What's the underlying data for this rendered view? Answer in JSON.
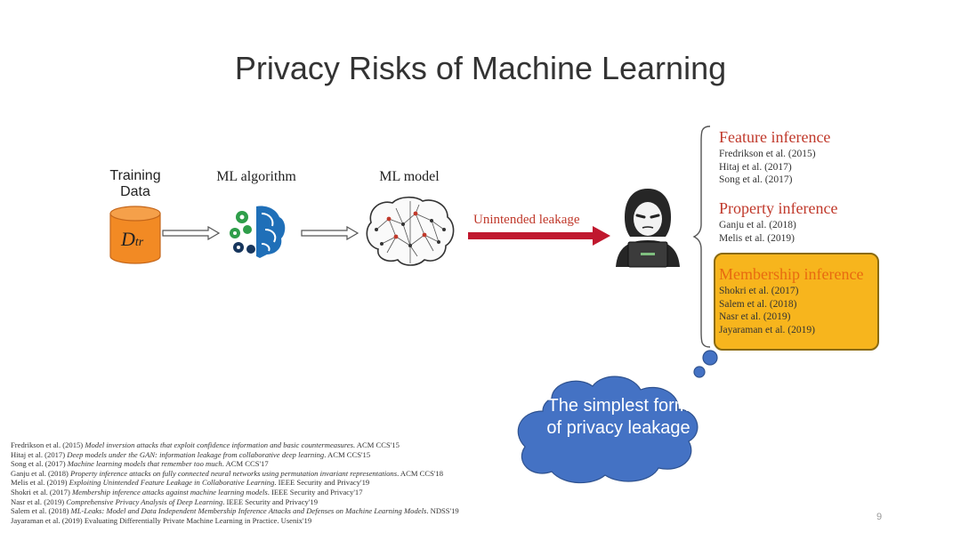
{
  "slide": {
    "title": "Privacy Risks of Machine Learning",
    "page_number": "9"
  },
  "pipeline": {
    "training_data_label": "Training Data",
    "dataset_symbol": "D",
    "dataset_subscript": "tr",
    "ml_algorithm_label": "ML algorithm",
    "ml_model_label": "ML model",
    "leakage_label": "Unintended leakage"
  },
  "inferences": [
    {
      "title": "Feature inference",
      "items": [
        "Fredrikson et al. (2015)",
        "Hitaj et al. (2017)",
        "Song et al. (2017)"
      ]
    },
    {
      "title": "Property inference",
      "items": [
        "Ganju et al. (2018)",
        "Melis et al. (2019)"
      ]
    },
    {
      "title": "Membership inference",
      "items": [
        "Shokri et al. (2017)",
        "Salem et al. (2018)",
        "Nasr et al. (2019)",
        "Jayaraman et al. (2019)"
      ]
    }
  ],
  "callout": {
    "line1": "The simplest form",
    "line2": "of privacy leakage"
  },
  "colors": {
    "accent_red": "#c0392b",
    "membership_fill": "#f7b51d",
    "cloud_fill": "#4472c4",
    "dataset_fill": "#f28a24"
  },
  "references": [
    {
      "authors": "Fredrikson et al. (2015)",
      "title": "Model inversion attacks that exploit confidence information and basic countermeasures",
      "venue": "ACM CCS'15"
    },
    {
      "authors": "Hitaj et al. (2017)",
      "title": "Deep models under the GAN: information leakage from collaborative deep learning",
      "venue": "ACM CCS'15"
    },
    {
      "authors": "Song et al. (2017)",
      "title": "Machine learning models that remember too much",
      "venue": "ACM CCS'17"
    },
    {
      "authors": "Ganju et al. (2018)",
      "title": "Property inference attacks on fully connected neural networks using permutation invariant representations",
      "venue": "ACM CCS'18"
    },
    {
      "authors": "Melis et al. (2019)",
      "title": "Exploiting Unintended Feature Leakage in Collaborative Learning",
      "venue": "IEEE Security and Privacy'19"
    },
    {
      "authors": "Shokri et al. (2017)",
      "title": "Membership inference attacks against machine learning models",
      "venue": "IEEE Security and Privacy'17"
    },
    {
      "authors": "Nasr et al. (2019)",
      "title": "Comprehensive Privacy Analysis of Deep Learning",
      "venue": "IEEE Security and Privacy'19"
    },
    {
      "authors": "Salem et al. (2018)",
      "title": "ML-Leaks: Model and Data Independent Membership Inference Attacks and Defenses on Machine Learning Models",
      "venue": "NDSS'19"
    },
    {
      "authors": "Jayaraman et al. (2019)",
      "title": "Evaluating Differentially Private Machine Learning in Practice",
      "venue": "Usenix'19"
    }
  ]
}
